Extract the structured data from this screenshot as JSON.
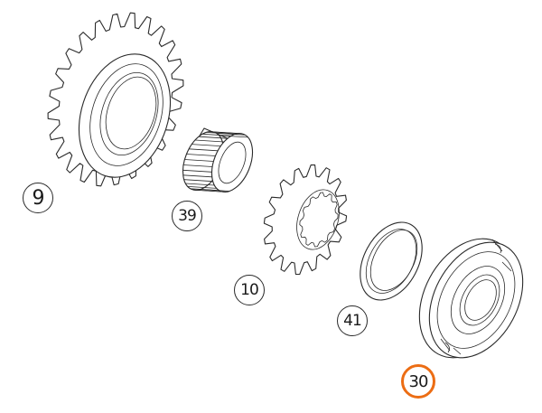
{
  "callouts": [
    {
      "id": "9",
      "label": "9",
      "highlighted": false
    },
    {
      "id": "39",
      "label": "39",
      "highlighted": false
    },
    {
      "id": "10",
      "label": "10",
      "highlighted": false
    },
    {
      "id": "41",
      "label": "41",
      "highlighted": false
    },
    {
      "id": "30",
      "label": "30",
      "highlighted": true
    }
  ],
  "colors": {
    "line": "#2a2a2a",
    "highlight": "#ec6d14",
    "background": "#ffffff"
  }
}
